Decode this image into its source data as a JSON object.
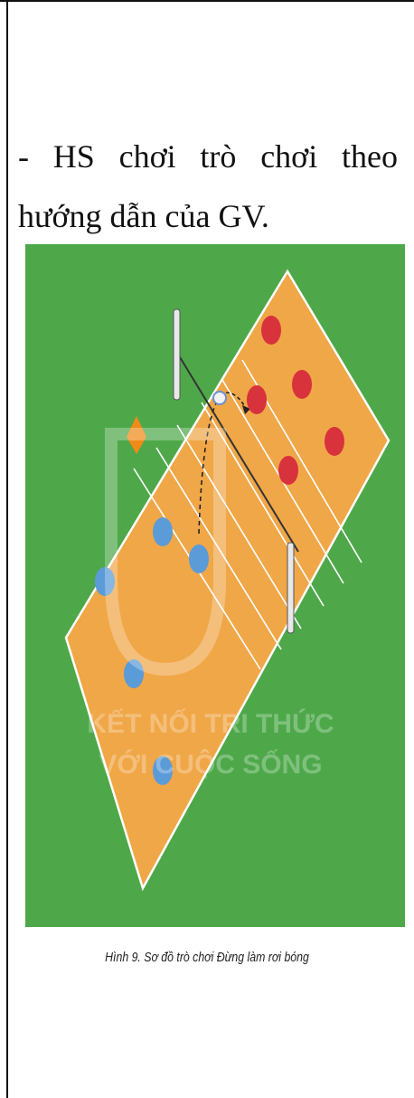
{
  "text": {
    "instruction": "- HS chơi trò chơi theo hướng dẫn của GV."
  },
  "figure": {
    "caption": "Hình 9. Sơ đồ trò chơi Đừng làm rơi bóng",
    "watermark_line1": "KẾT NỐI TRI THỨC",
    "watermark_line2": "VỚI CUỘC SỐNG",
    "colors": {
      "background": "#4ea84a",
      "court": "#f0a748",
      "team_blue": "#5b9bd8",
      "team_red": "#d8323c",
      "cone": "#f28a1a"
    }
  }
}
